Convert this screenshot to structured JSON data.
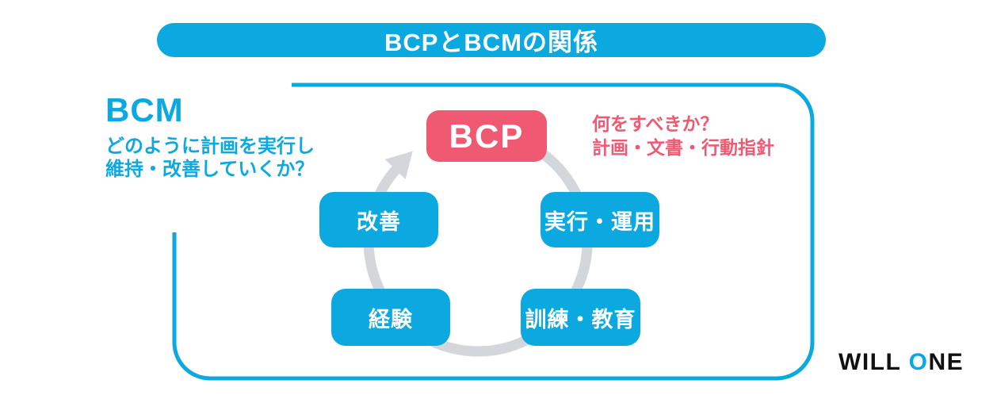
{
  "colors": {
    "blue": "#0ca9e1",
    "pink": "#ef5972",
    "gray_ring": "#d3d7dc",
    "logo_black": "#111111",
    "white": "#ffffff"
  },
  "header": {
    "title": "BCPとBCMの関係"
  },
  "bcm": {
    "label": "BCM",
    "line1": "どのように計画を実行し",
    "line2": "維持・改善していくか？"
  },
  "bcp": {
    "label": "BCP",
    "note_line1": "何をすべきか？",
    "note_line2": "計画・文書・行動指針"
  },
  "cycle": {
    "improve": "改善",
    "execute": "実行・運用",
    "experience": "経験",
    "training": "訓練・教育",
    "direction": "clockwise"
  },
  "icons": {
    "cycle_arrow": "clockwise-cycle-arrow"
  },
  "logo": {
    "will": "WILL",
    "o": "O",
    "ne": "NE"
  }
}
